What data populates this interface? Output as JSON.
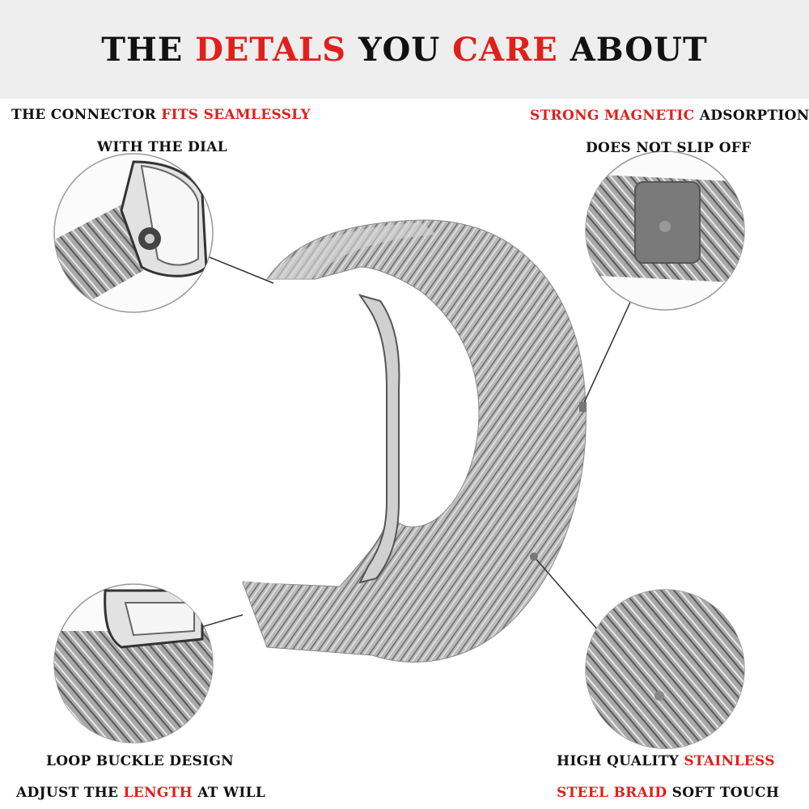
{
  "header": {
    "title_parts": [
      "THE ",
      "DETALS",
      " YOU ",
      "CARE",
      " ABOUT"
    ],
    "accent_color": "#e0201b",
    "background": "#eeeeee"
  },
  "callouts": {
    "top_left": {
      "line1": [
        "THE CONNECTOR ",
        "FITS SEAMLESSLY"
      ],
      "line2": "WITH THE DIAL"
    },
    "top_right": {
      "line1": [
        "STRONG MAGNETIC",
        " ADSORPTION"
      ],
      "line2": "DOES NOT SLIP OFF"
    },
    "bottom_left": {
      "line1": "LOOP BUCKLE DESIGN",
      "line2": [
        "ADJUST THE ",
        "LENGTH",
        " AT WILL"
      ]
    },
    "bottom_right": {
      "line1": [
        "HIGH QUALITY ",
        "STAINLESS"
      ],
      "line2": [
        "STEEL BRAID",
        " SOFT TOUCH"
      ]
    }
  },
  "icons": [
    "connector-detail-image",
    "magnet-detail-image",
    "buckle-detail-image",
    "mesh-detail-image",
    "milanese-band-image"
  ]
}
